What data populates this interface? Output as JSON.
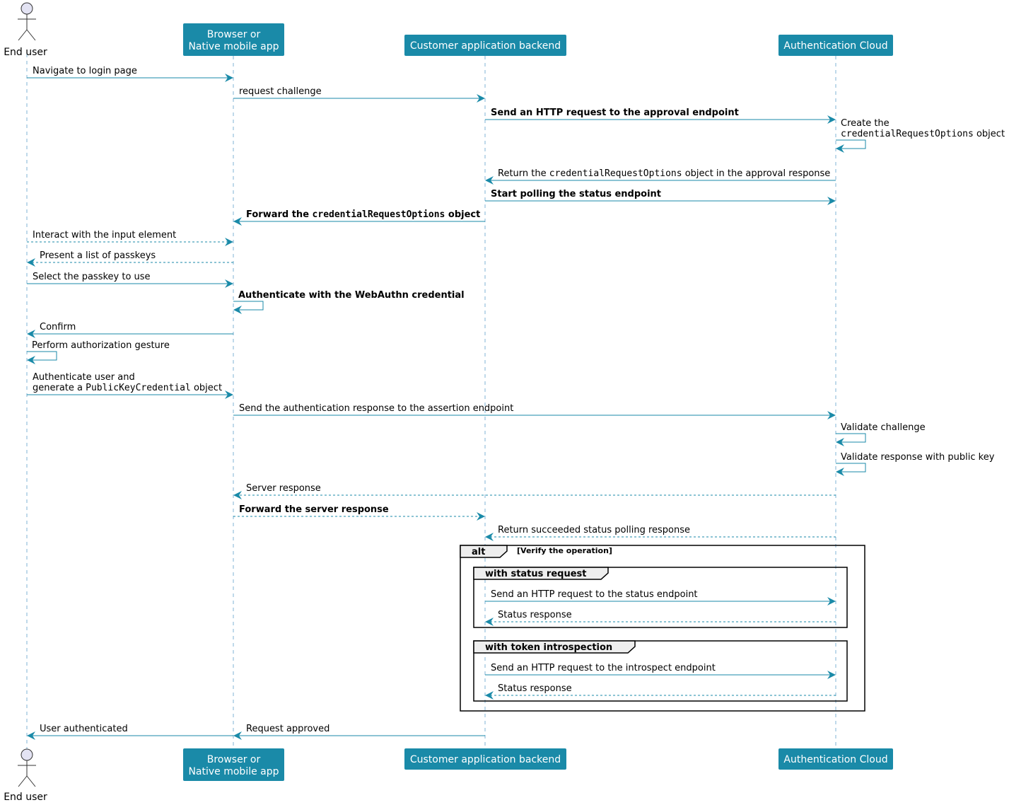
{
  "colors": {
    "participant_fill": "#1a8aa8",
    "arrow": "#1a8aa8",
    "lifeline": "#7fb3d5",
    "actor_fill": "#e3e3f3",
    "frame_tab": "#eeeeee"
  },
  "participants": [
    {
      "id": "user",
      "type": "actor",
      "lines": [
        "End user"
      ]
    },
    {
      "id": "browser",
      "type": "box",
      "lines": [
        "Browser or",
        "Native mobile app"
      ]
    },
    {
      "id": "backend",
      "type": "box",
      "lines": [
        "Customer application backend"
      ]
    },
    {
      "id": "cloud",
      "type": "box",
      "lines": [
        "Authentication Cloud"
      ]
    }
  ],
  "messages": [
    {
      "from": "user",
      "to": "browser",
      "dashed": false,
      "lines": [
        [
          {
            "t": "Navigate to login page"
          }
        ]
      ]
    },
    {
      "from": "browser",
      "to": "backend",
      "dashed": false,
      "lines": [
        [
          {
            "t": "request challenge"
          }
        ]
      ]
    },
    {
      "from": "backend",
      "to": "cloud",
      "dashed": false,
      "bold": true,
      "lines": [
        [
          {
            "t": "Send an HTTP request to the approval endpoint"
          }
        ]
      ]
    },
    {
      "from": "cloud",
      "to": "cloud",
      "dashed": false,
      "lines": [
        [
          {
            "t": "Create the"
          }
        ],
        [
          {
            "t": "credentialRequestOptions",
            "m": true
          },
          {
            "t": " object"
          }
        ]
      ]
    },
    {
      "from": "cloud",
      "to": "backend",
      "dashed": false,
      "lines": [
        [
          {
            "t": "Return the "
          },
          {
            "t": "credentialRequestOptions",
            "m": true
          },
          {
            "t": " object in the approval response"
          }
        ]
      ]
    },
    {
      "from": "backend",
      "to": "cloud",
      "dashed": false,
      "bold": true,
      "lines": [
        [
          {
            "t": "Start polling the status endpoint"
          }
        ]
      ]
    },
    {
      "from": "backend",
      "to": "browser",
      "dashed": false,
      "bold": true,
      "lines": [
        [
          {
            "t": "Forward the "
          },
          {
            "t": "credentialRequestOptions",
            "m": true
          },
          {
            "t": " object"
          }
        ]
      ]
    },
    {
      "from": "user",
      "to": "browser",
      "dashed": true,
      "lines": [
        [
          {
            "t": "Interact with the input element"
          }
        ]
      ]
    },
    {
      "from": "browser",
      "to": "user",
      "dashed": true,
      "lines": [
        [
          {
            "t": "Present a list of passkeys"
          }
        ]
      ]
    },
    {
      "from": "user",
      "to": "browser",
      "dashed": false,
      "lines": [
        [
          {
            "t": "Select the passkey to use"
          }
        ]
      ]
    },
    {
      "from": "browser",
      "to": "browser",
      "dashed": false,
      "bold": true,
      "lines": [
        [
          {
            "t": "Authenticate with the WebAuthn credential"
          }
        ]
      ]
    },
    {
      "from": "browser",
      "to": "user",
      "dashed": false,
      "lines": [
        [
          {
            "t": "Confirm"
          }
        ]
      ]
    },
    {
      "from": "user",
      "to": "user",
      "dashed": false,
      "lines": [
        [
          {
            "t": "Perform authorization gesture"
          }
        ]
      ]
    },
    {
      "from": "user",
      "to": "browser",
      "dashed": false,
      "lines": [
        [
          {
            "t": "Authenticate user and"
          }
        ],
        [
          {
            "t": "generate a "
          },
          {
            "t": "PublicKeyCredential",
            "m": true
          },
          {
            "t": " object"
          }
        ]
      ]
    },
    {
      "from": "browser",
      "to": "cloud",
      "dashed": false,
      "lines": [
        [
          {
            "t": "Send the authentication response to the assertion endpoint"
          }
        ]
      ]
    },
    {
      "from": "cloud",
      "to": "cloud",
      "dashed": false,
      "lines": [
        [
          {
            "t": "Validate challenge"
          }
        ]
      ]
    },
    {
      "from": "cloud",
      "to": "cloud",
      "dashed": false,
      "lines": [
        [
          {
            "t": "Validate response with public key"
          }
        ]
      ]
    },
    {
      "from": "cloud",
      "to": "browser",
      "dashed": true,
      "lines": [
        [
          {
            "t": "Server response"
          }
        ]
      ]
    },
    {
      "from": "browser",
      "to": "backend",
      "dashed": true,
      "bold": true,
      "lines": [
        [
          {
            "t": "Forward the server response"
          }
        ]
      ]
    },
    {
      "from": "cloud",
      "to": "backend",
      "dashed": true,
      "lines": [
        [
          {
            "t": "Return succeeded status polling response"
          }
        ]
      ]
    },
    {
      "from": "backend",
      "to": "cloud",
      "dashed": false,
      "lines": [
        [
          {
            "t": "Send an HTTP request to the status endpoint"
          }
        ]
      ]
    },
    {
      "from": "cloud",
      "to": "backend",
      "dashed": true,
      "lines": [
        [
          {
            "t": "Status response"
          }
        ]
      ]
    },
    {
      "from": "backend",
      "to": "cloud",
      "dashed": false,
      "lines": [
        [
          {
            "t": "Send an HTTP request to the introspect endpoint"
          }
        ]
      ]
    },
    {
      "from": "cloud",
      "to": "backend",
      "dashed": true,
      "lines": [
        [
          {
            "t": "Status response"
          }
        ]
      ]
    },
    {
      "from": "browser",
      "to": "user",
      "dashed": false,
      "lines": [
        [
          {
            "t": "User authenticated"
          }
        ]
      ]
    },
    {
      "from": "backend",
      "to": "browser",
      "dashed": false,
      "lines": [
        [
          {
            "t": "Request approved"
          }
        ]
      ]
    }
  ],
  "frames": [
    {
      "tag": "alt",
      "condition": "[Verify the operation]"
    },
    {
      "tag": "with status request",
      "condition": ""
    },
    {
      "tag": "with token introspection",
      "condition": ""
    }
  ]
}
